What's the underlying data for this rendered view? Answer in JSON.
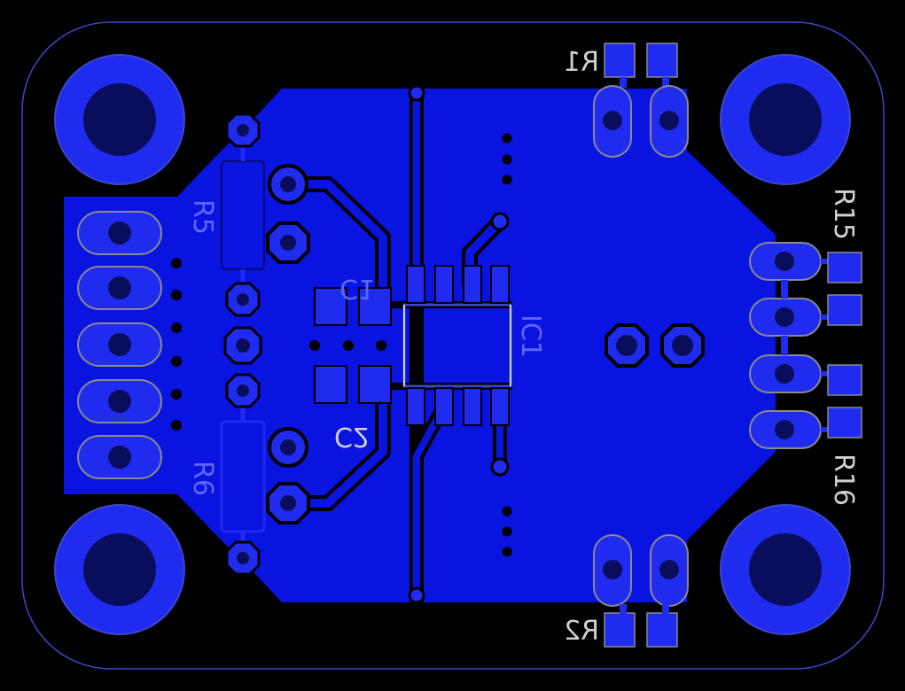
{
  "colors": {
    "background": "#000000",
    "copper": "#0a14e0",
    "pad": "#1f2cf0",
    "drill": "#090d5c",
    "outline": "#8a8a8a",
    "silk": "#cfcfcf",
    "silk_blue": "#5b68ff",
    "board_edge": "#3d47c8"
  },
  "labels": {
    "r1": "R1",
    "r2": "R2",
    "r5": "R5",
    "r6": "R6",
    "c1": "C1",
    "c2": "C2",
    "ic1": "IC1",
    "r15": "R15",
    "r16": "R16"
  }
}
